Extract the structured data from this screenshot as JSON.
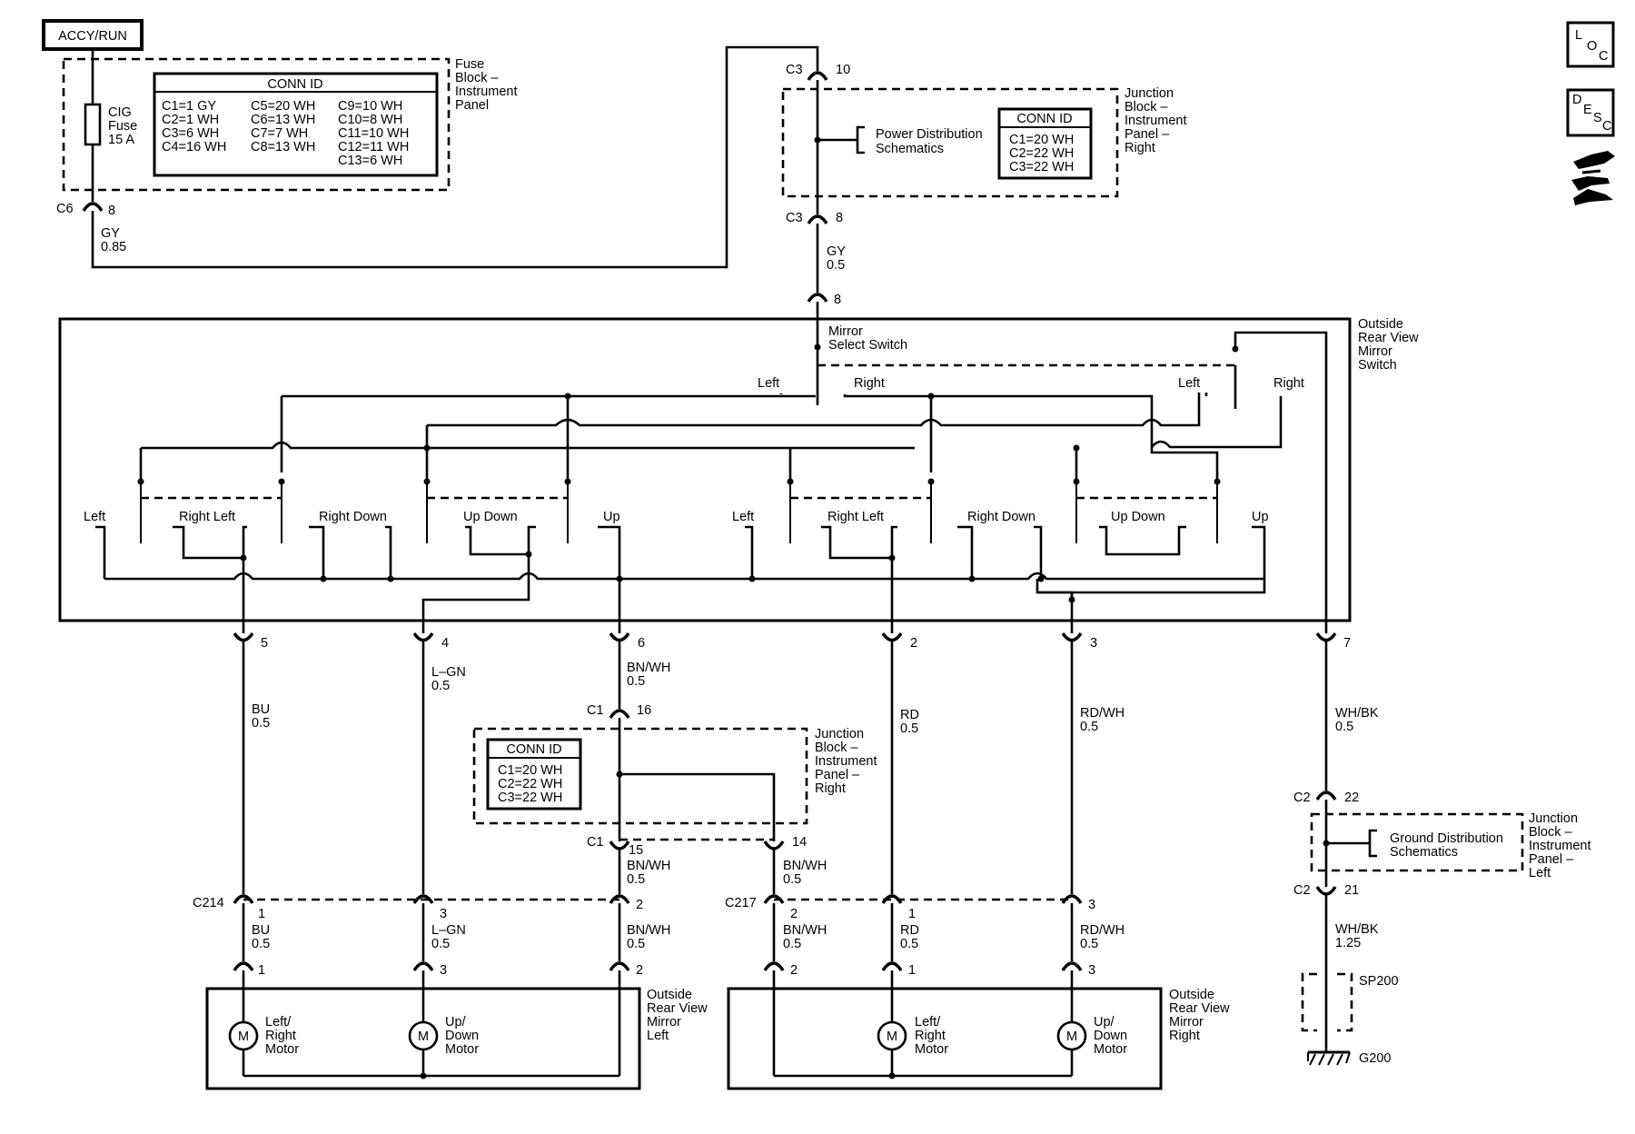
{
  "power_label": "ACCY/RUN",
  "fuse_block": {
    "title": [
      "Fuse",
      "Block –",
      "Instrument",
      "Panel"
    ],
    "fuse": [
      "CIG",
      "Fuse",
      "15 A"
    ],
    "conn_title": "CONN ID",
    "conn": [
      "C1=1 GY",
      "C2=1 WH",
      "C3=6 WH",
      "C4=16 WH",
      "C5=20 WH",
      "C6=13 WH",
      "C7=7 WH",
      "C8=13 WH",
      "C9=10 WH",
      "C10=8 WH",
      "C11=10 WH",
      "C12=11 WH",
      "C13=6 WH"
    ],
    "out_conn": "C6",
    "out_pin": "8",
    "wire": [
      "GY",
      "0.85"
    ]
  },
  "jb_right_top": {
    "title": [
      "Junction",
      "Block –",
      "Instrument",
      "Panel –",
      "Right"
    ],
    "in_conn": "C3",
    "in_pin": "10",
    "out_conn": "C3",
    "out_pin": "8",
    "ref": [
      "Power Distribution",
      "Schematics"
    ],
    "conn_title": "CONN ID",
    "conn": [
      "C1=20 WH",
      "C2=22 WH",
      "C3=22 WH"
    ],
    "wire": [
      "GY",
      "0.5"
    ]
  },
  "switch": {
    "title": [
      "Outside",
      "Rear View",
      "Mirror",
      "Switch"
    ],
    "in_pin": "8",
    "select": [
      "Mirror",
      "Select Switch"
    ],
    "labels": {
      "sel_left": "Left",
      "sel_right": "Right",
      "sel2_left": "Left",
      "sel2_right": "Right",
      "a_left": "Left",
      "a_right_left": "Right  Left",
      "a_right_down": "Right  Down",
      "a_up_down": "Up   Down",
      "a_up": "Up",
      "b_left": "Left",
      "b_right_left": "Right  Left",
      "b_right_down": "Right  Down",
      "b_up_down": "Up   Down",
      "b_up": "Up"
    },
    "pins": [
      "5",
      "4",
      "6",
      "2",
      "3",
      "7"
    ]
  },
  "wires": {
    "bu": [
      "BU",
      "0.5"
    ],
    "lgn": [
      "L–GN",
      "0.5"
    ],
    "bnwh": [
      "BN/WH",
      "0.5"
    ],
    "rd": [
      "RD",
      "0.5"
    ],
    "rdwh": [
      "RD/WH",
      "0.5"
    ],
    "whbk": [
      "WH/BK",
      "0.5"
    ]
  },
  "jb_right_mid": {
    "title": [
      "Junction",
      "Block –",
      "Instrument",
      "Panel –",
      "Right"
    ],
    "in_conn": "C1",
    "in_pin": "16",
    "out_conn": "C1",
    "out_pin1": "15",
    "out_pin2": "14",
    "conn_title": "CONN ID",
    "conn": [
      "C1=20 WH",
      "C2=22 WH",
      "C3=22 WH"
    ],
    "wire1": [
      "BN/WH",
      "0.5"
    ],
    "wire2": [
      "BN/WH",
      "0.5"
    ]
  },
  "c214": {
    "name": "C214",
    "pins": [
      "1",
      "3",
      "2"
    ]
  },
  "c217": {
    "name": "C217",
    "pins": [
      "2",
      "1",
      "3"
    ]
  },
  "lower_wires": {
    "bu": [
      "BU",
      "0.5"
    ],
    "lgn": [
      "L–GN",
      "0.5"
    ],
    "bnwh1": [
      "BN/WH",
      "0.5"
    ],
    "bnwh2": [
      "BN/WH",
      "0.5"
    ],
    "rd": [
      "RD",
      "0.5"
    ],
    "rdwh": [
      "RD/WH",
      "0.5"
    ]
  },
  "mirror_left": {
    "title": [
      "Outside",
      "Rear View",
      "Mirror",
      "Left"
    ],
    "pins": [
      "1",
      "3",
      "2"
    ],
    "motor1": [
      "Left/",
      "Right",
      "Motor"
    ],
    "motor2": [
      "Up/",
      "Down",
      "Motor"
    ],
    "m": "M"
  },
  "mirror_right": {
    "title": [
      "Outside",
      "Rear View",
      "Mirror",
      "Right"
    ],
    "pins": [
      "2",
      "1",
      "3"
    ],
    "motor1": [
      "Left/",
      "Right",
      "Motor"
    ],
    "motor2": [
      "Up/",
      "Down",
      "Motor"
    ],
    "m": "M"
  },
  "jb_left": {
    "title": [
      "Junction",
      "Block –",
      "Instrument",
      "Panel –",
      "Left"
    ],
    "in_conn": "C2",
    "in_pin": "22",
    "out_conn": "C2",
    "out_pin": "21",
    "ref": [
      "Ground Distribution",
      "Schematics"
    ],
    "wire": [
      "WH/BK",
      "1.25"
    ]
  },
  "splice": "SP200",
  "ground": "G200",
  "icons": {
    "loc": [
      "L",
      "O",
      "C"
    ],
    "desc": [
      "D",
      "E",
      "S",
      "C"
    ]
  }
}
